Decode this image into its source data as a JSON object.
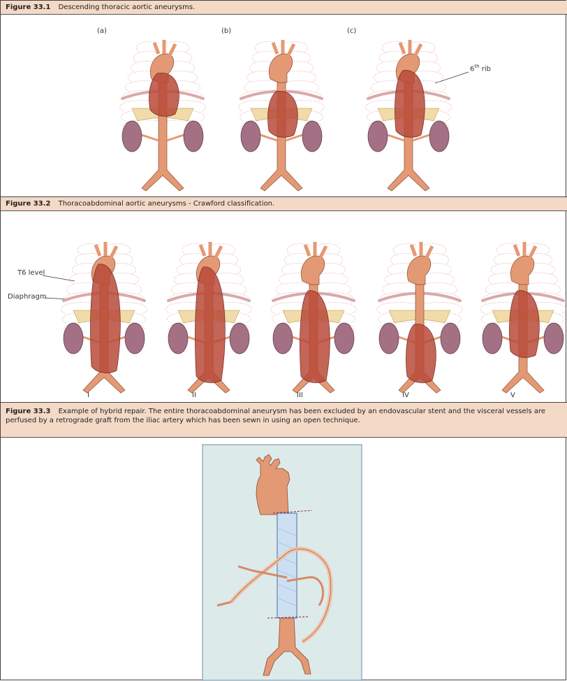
{
  "fig1": {
    "number": "Figure 33.1",
    "title": "Descending thoracic aortic aneurysms.",
    "panels": [
      "(a)",
      "(b)",
      "(c)"
    ],
    "rib_label": "6",
    "rib_label_sup": "th",
    "rib_label_tail": " rib"
  },
  "fig2": {
    "number": "Figure 33.2",
    "title": "Thoracoabdominal aortic aneurysms - Crawford classification.",
    "annotation_t6": "T6 level",
    "annotation_diaphragm": "Diaphragm",
    "types": [
      "I",
      "II",
      "III",
      "IV",
      "V"
    ]
  },
  "fig3": {
    "number": "Figure 33.3",
    "text": "Example of hybrid repair. The entire thoracoabdominal aneurysm has been excluded by an endovascular stent and the visceral vessels are perfused by a retrograde graft from the iliac artery which has been sewn in using an open technique."
  },
  "colors": {
    "caption_bg": "#f4d9c7",
    "aorta": "#e39a74",
    "aneurysm": "#b84a3a",
    "kidney": "#a37183",
    "diaphragm": "#f1dca9",
    "stent": "#cde0f2",
    "fig3_bg": "#dceaea"
  }
}
